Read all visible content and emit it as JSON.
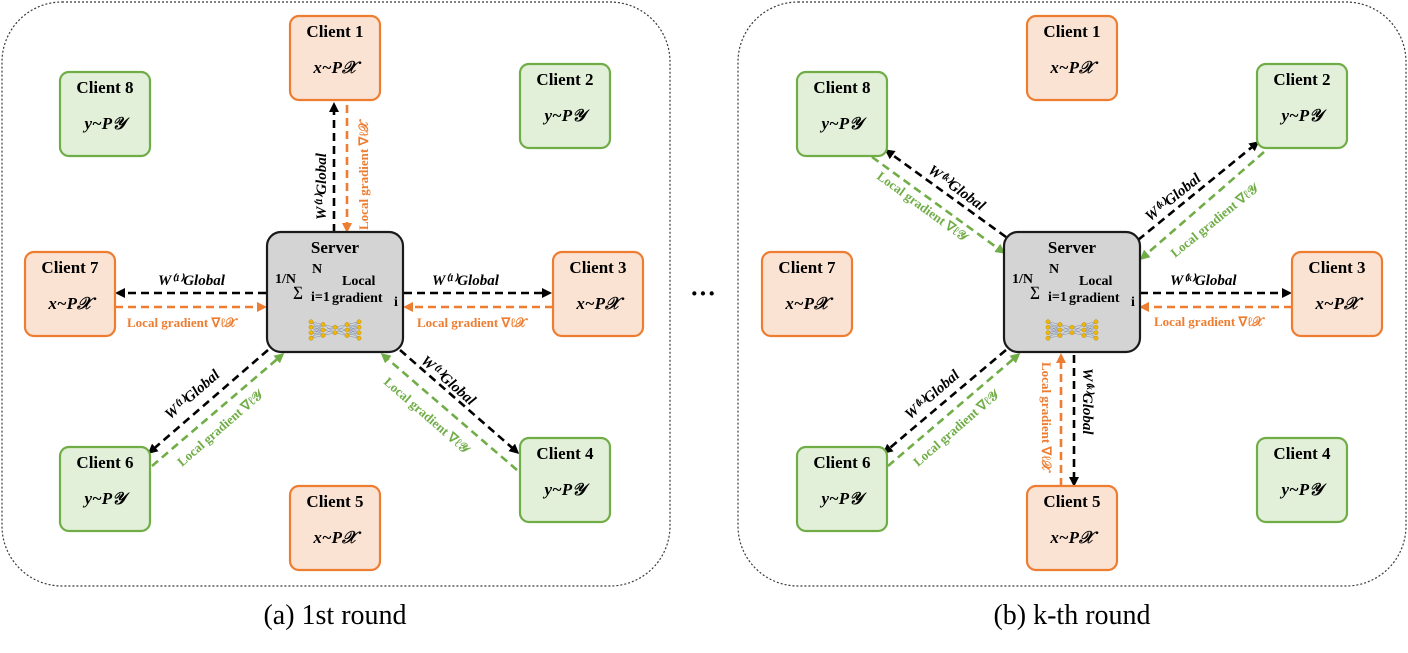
{
  "panels": [
    {
      "caption": "(a) 1st round",
      "server": {
        "title": "Server",
        "sum_frac": "1/N",
        "sum_top": "N",
        "sum_bot": "i=1",
        "local": "Local",
        "gradient": "gradient",
        "sub": "i"
      },
      "clients": [
        {
          "title": "Client 1",
          "dist": "x~P𝒳",
          "color": "#ed7d31"
        },
        {
          "title": "Client 2",
          "dist": "y~P𝒴",
          "color": "#70ad47"
        },
        {
          "title": "Client 3",
          "dist": "x~P𝒳",
          "color": "#ed7d31"
        },
        {
          "title": "Client 4",
          "dist": "y~P𝒴",
          "color": "#70ad47"
        },
        {
          "title": "Client 5",
          "dist": "x~P𝒳",
          "color": "#ed7d31"
        },
        {
          "title": "Client 6",
          "dist": "y~P𝒴",
          "color": "#70ad47"
        },
        {
          "title": "Client 7",
          "dist": "x~P𝒳",
          "color": "#ed7d31"
        },
        {
          "title": "Client 8",
          "dist": "y~P𝒴",
          "color": "#70ad47"
        }
      ],
      "weight_label": "W⁽¹⁾Global",
      "grad_x": "Local gradient ∇ℓ𝒳",
      "grad_y": "Local gradient ∇ℓ𝒴"
    },
    {
      "caption": "(b) k-th round",
      "server": {
        "title": "Server",
        "sum_frac": "1/N",
        "sum_top": "N",
        "sum_bot": "i=1",
        "local": "Local",
        "gradient": "gradient",
        "sub": "i"
      },
      "clients": [
        {
          "title": "Client 1",
          "dist": "x~P𝒳",
          "color": "#ed7d31"
        },
        {
          "title": "Client 2",
          "dist": "y~P𝒴",
          "color": "#70ad47"
        },
        {
          "title": "Client 3",
          "dist": "x~P𝒳",
          "color": "#ed7d31"
        },
        {
          "title": "Client 4",
          "dist": "y~P𝒴",
          "color": "#70ad47"
        },
        {
          "title": "Client 5",
          "dist": "x~P𝒳",
          "color": "#ed7d31"
        },
        {
          "title": "Client 6",
          "dist": "y~P𝒴",
          "color": "#70ad47"
        },
        {
          "title": "Client 7",
          "dist": "x~P𝒳",
          "color": "#ed7d31"
        },
        {
          "title": "Client 8",
          "dist": "y~P𝒴",
          "color": "#70ad47"
        }
      ],
      "weight_label": "W⁽ᵏ⁾Global",
      "grad_x": "Local gradient ∇ℓ𝒳",
      "grad_y": "Local gradient ∇ℓ𝒴"
    }
  ],
  "ellipsis": "···"
}
